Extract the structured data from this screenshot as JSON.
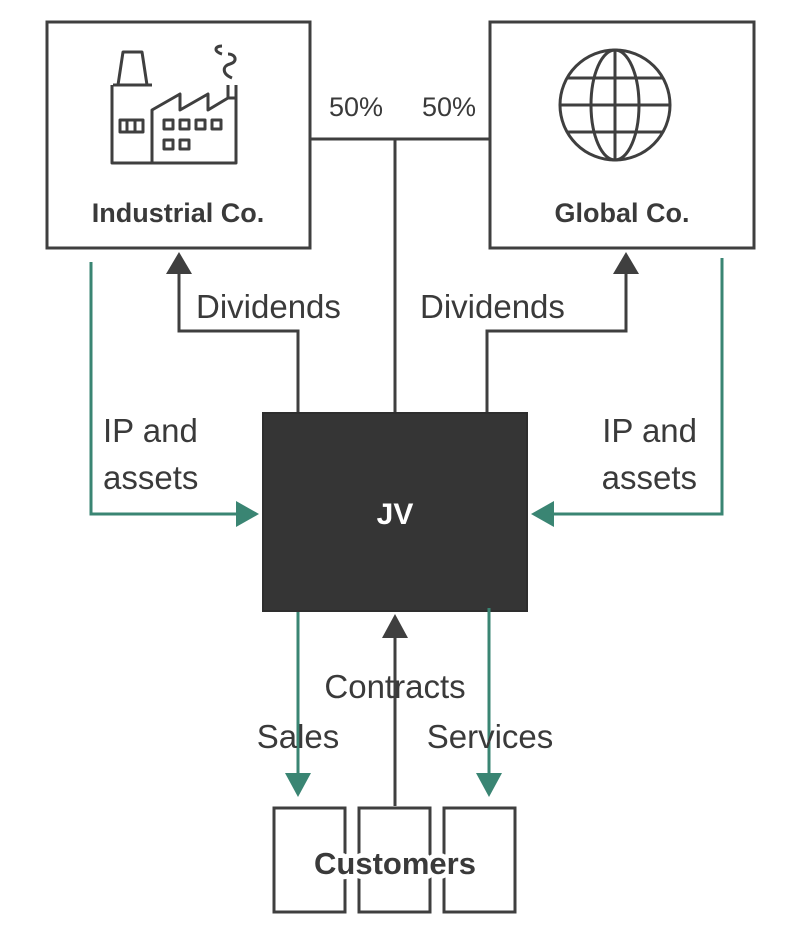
{
  "parties": {
    "industrial": {
      "name": "Industrial Co.",
      "icon": "factory-icon",
      "share": "50%"
    },
    "global": {
      "name": "Global Co.",
      "icon": "globe-icon",
      "share": "50%"
    }
  },
  "jv": {
    "name": "JV",
    "fill": "#353535"
  },
  "customers": {
    "name": "Customers"
  },
  "flows": {
    "dividends_left": "Dividends",
    "dividends_right": "Dividends",
    "ip_left_1": "IP and",
    "ip_left_2": "assets",
    "ip_right_1": "IP and",
    "ip_right_2": "assets",
    "contracts": "Contracts",
    "sales": "Sales",
    "services": "Services"
  },
  "colors": {
    "ownership_and_dividends": "#3f3f3f",
    "asset_and_sales_flows": "#3a8573"
  }
}
